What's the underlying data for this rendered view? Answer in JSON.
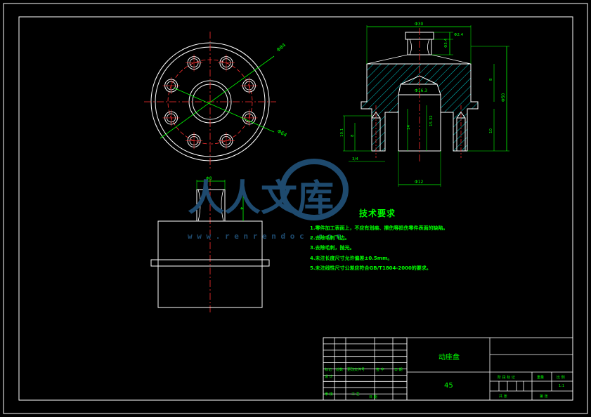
{
  "drawing": {
    "dims": {
      "top_bolt_circle": "Φ64",
      "top_outer": "Φ84",
      "front_width": "Φ30",
      "front_top_h": "Φ5.4",
      "front_cap_h": "Φ2.4",
      "front_height": "Φ50",
      "front_right_8": "8",
      "front_inner_16": "Φ16.3",
      "front_right_10": "10",
      "front_inner_14": "14",
      "front_inner_15": "15.32",
      "front_left_10": "10.1",
      "front_left_8": "8",
      "front_bottom_left": "3/4",
      "front_bottom_12": "Φ12",
      "side_width": "Φ8",
      "side_height": "4"
    }
  },
  "notes": {
    "title": "技术要求",
    "items": [
      "1.零件加工表面上，不应有划痕、擦伤等损伤零件表面的缺陷。",
      "2.去除毛刺飞边。",
      "3.去除毛刺，抛光。",
      "4.未注长度尺寸允许偏差±0.5mm。",
      "5.未注线性尺寸公差应符合GB/T1804-2000的要求。"
    ]
  },
  "title_block": {
    "part_name": "动座盘",
    "material": "45",
    "row_labels": [
      "标记",
      "处数",
      "更改文件号",
      "签 字",
      "日 期"
    ],
    "design": "设 计",
    "review": "审 核",
    "process": "工 艺",
    "date": "日 期",
    "stage_label": "阶 段 标 记",
    "weight_label": "重量",
    "scale_label": "比 例",
    "scale_value": "1:1",
    "sheet_total": "共 张",
    "sheet_num": "第 张"
  },
  "watermark": {
    "brand": "人人文库",
    "url": "w w w . r e n r e n d o c . c o m"
  },
  "colors": {
    "background": "#000000",
    "outline": "#ffffff",
    "dimension": "#00ff00",
    "center": "#ff0000",
    "hatch": "#00ffff",
    "watermark": "#1e4a6e"
  }
}
